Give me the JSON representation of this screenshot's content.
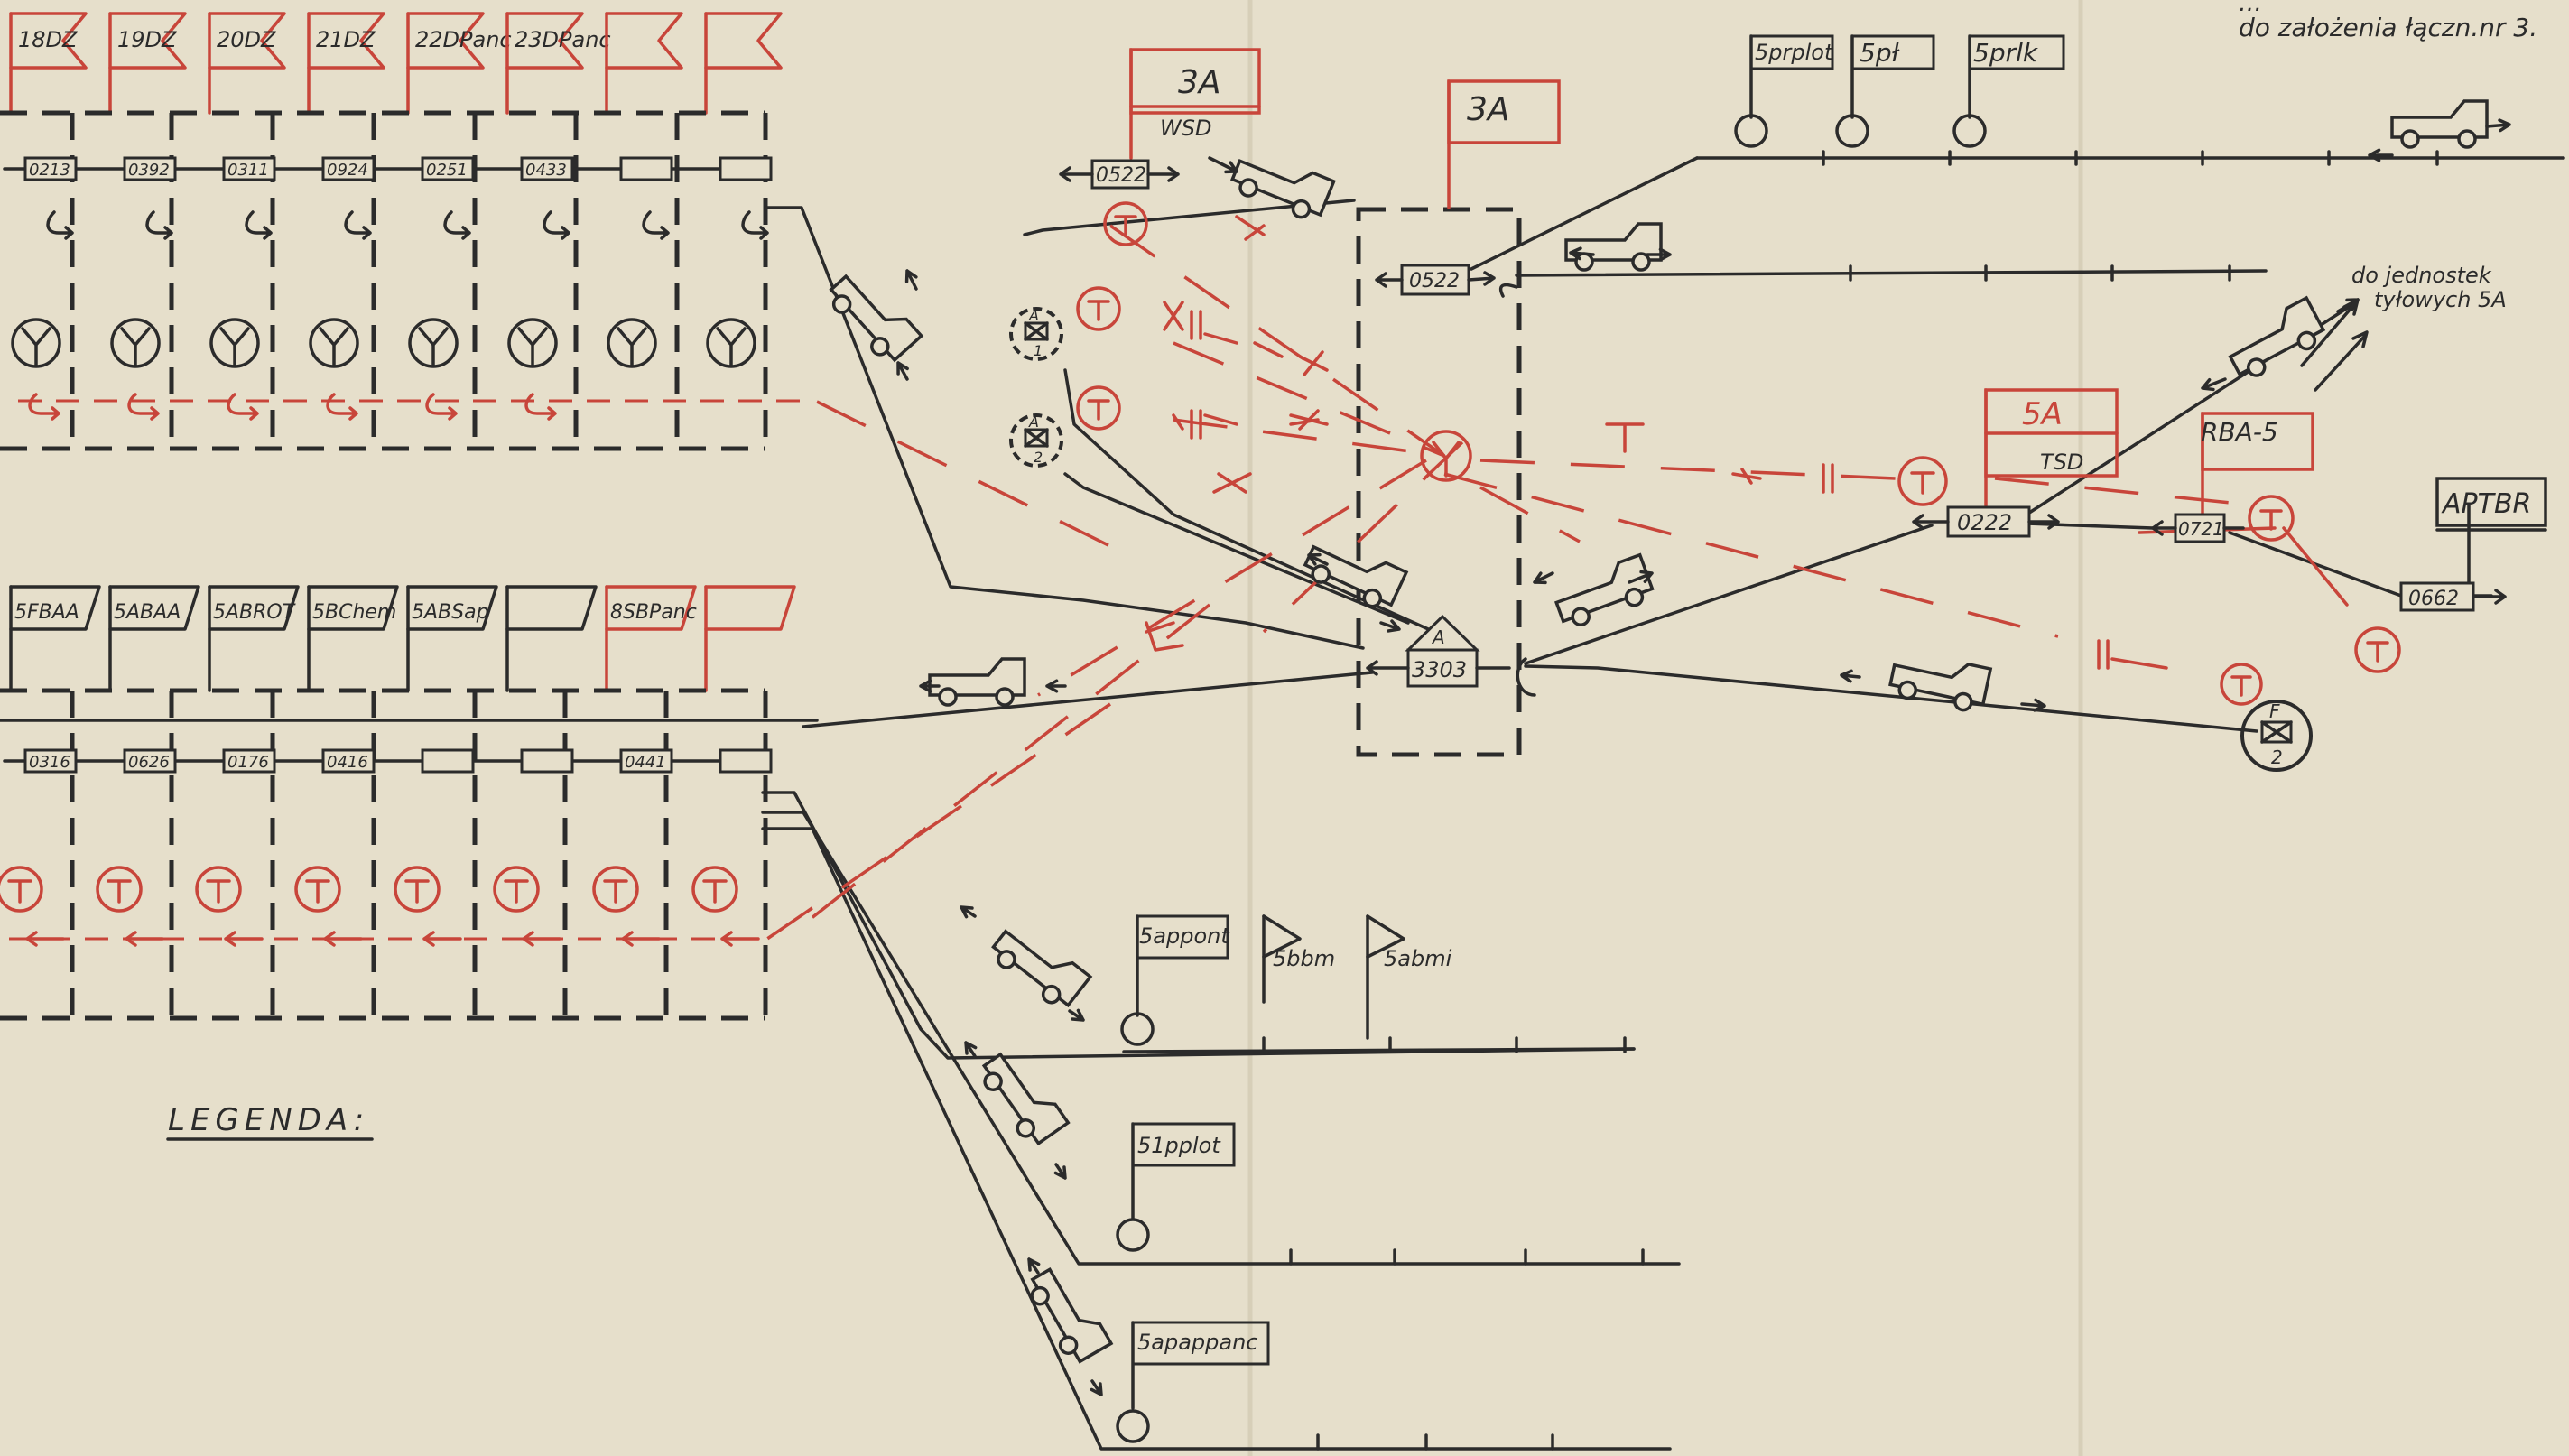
{
  "header_note": {
    "line1": "…",
    "line2": "do założenia łączn.nr 3."
  },
  "top_unit_flags": [
    "18DZ",
    "19DZ",
    "20DZ",
    "21DZ",
    "22DPanc",
    "23DPanc",
    "",
    ""
  ],
  "top_unit_codes": [
    "0213",
    "0392",
    "0311",
    "0924",
    "0251",
    "0433",
    "",
    ""
  ],
  "bottom_unit_flags": [
    "5FBAA",
    "5ABAA",
    "5ABROT",
    "5BChem",
    "5ABSap",
    "",
    "8SBPanc",
    ""
  ],
  "bottom_unit_codes": [
    "0316",
    "0626",
    "0176",
    "0416",
    "",
    "",
    "0441",
    ""
  ],
  "hq_3a": {
    "flag": "3A",
    "sub": "WSD",
    "code": "0522"
  },
  "hq_3a_second": {
    "flag": "3A"
  },
  "center_node": {
    "code": "0522"
  },
  "node_3303": {
    "mark": "A",
    "code": "3303"
  },
  "hq_5a": {
    "flag": "5A",
    "sub": "TSD",
    "code": "0222"
  },
  "rba": {
    "label": "RBA-5",
    "code": "0721"
  },
  "aptbr": {
    "label": "APTBR",
    "code": "0662"
  },
  "airfields": [
    {
      "mark": "A",
      "num": "1"
    },
    {
      "mark": "A",
      "num": "2"
    },
    {
      "mark": "F",
      "num": "2"
    }
  ],
  "top_right_units": [
    "5prplot",
    "5pł",
    "5prlk"
  ],
  "bottom_right_units": [
    "5appont",
    "5bbm",
    "5abmi",
    "51pplot",
    "5apappanc"
  ],
  "rear_units_label": {
    "line1": "do jednostek",
    "line2": "tyłowych 5A"
  },
  "legend_title": "LEGENDA:",
  "colors": {
    "paper": "#e6dfcb",
    "ink": "#2b2b2b",
    "red": "#c8453a"
  },
  "symbols": [
    "radio-station-icon",
    "telephone-station-icon",
    "vehicle-icon",
    "flag-icon",
    "airfield-icon"
  ]
}
